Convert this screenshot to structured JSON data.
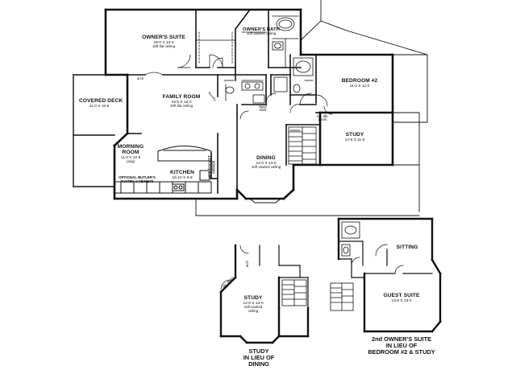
{
  "rooms": {
    "owners_suite": {
      "name": "OWNER'S SUITE",
      "dims": "19-0 X 13-2",
      "note": "10ft flat ceiling"
    },
    "owners_bath": {
      "name": "OWNER'S BATH",
      "note": "10ft vaulted ceiling"
    },
    "covered_deck": {
      "name": "COVERED DECK",
      "dims": "11-0 X 15-6"
    },
    "family_room": {
      "name": "FAMILY ROOM",
      "dims": "19-6 X 16-0",
      "note": "10ft flat ceiling"
    },
    "bedroom2": {
      "name": "BEDROOM #2",
      "dims": "11-0 X 12-0"
    },
    "study_main": {
      "name": "STUDY",
      "dims": "14-6 X 11-0"
    },
    "morning_room": {
      "name": "MORNING ROOM",
      "dims": "11-3 X 12-8",
      "note": "(avg)"
    },
    "pantry": {
      "name": "OPTIONAL BUTLER'S PANTRY CABINETS"
    },
    "kitchen": {
      "name": "KITCHEN",
      "dims": "15-10 X 9-8"
    },
    "office": {
      "name": "OPT. POCKET OFFICE"
    },
    "dining": {
      "name": "DINING",
      "dims": "12-0 X 13-0",
      "note": "10ft vaulted ceiling"
    },
    "study_alt": {
      "name": "STUDY",
      "dims": "12-0 X 13-0",
      "note1": "10ft vaulted",
      "note2": "ceiling"
    },
    "sitting": {
      "name": "SITTING"
    },
    "guest_suite": {
      "name": "GUEST SUITE",
      "dims": "13-8 X 23-0"
    }
  },
  "notes": {
    "arch": "arch",
    "arch2": "arch",
    "super_shelf": "super shelf",
    "dbl_doors": "dbl. doors",
    "col_dbl_doors": "col. dbl. doors",
    "laundry": "laundry"
  },
  "captions": {
    "study_alt": [
      "STUDY",
      "IN LIEU OF",
      "DINING"
    ],
    "suite_alt": [
      "2nd OWNER'S SUITE",
      "IN LIEU OF",
      "BEDROOM #2 & STUDY"
    ]
  }
}
